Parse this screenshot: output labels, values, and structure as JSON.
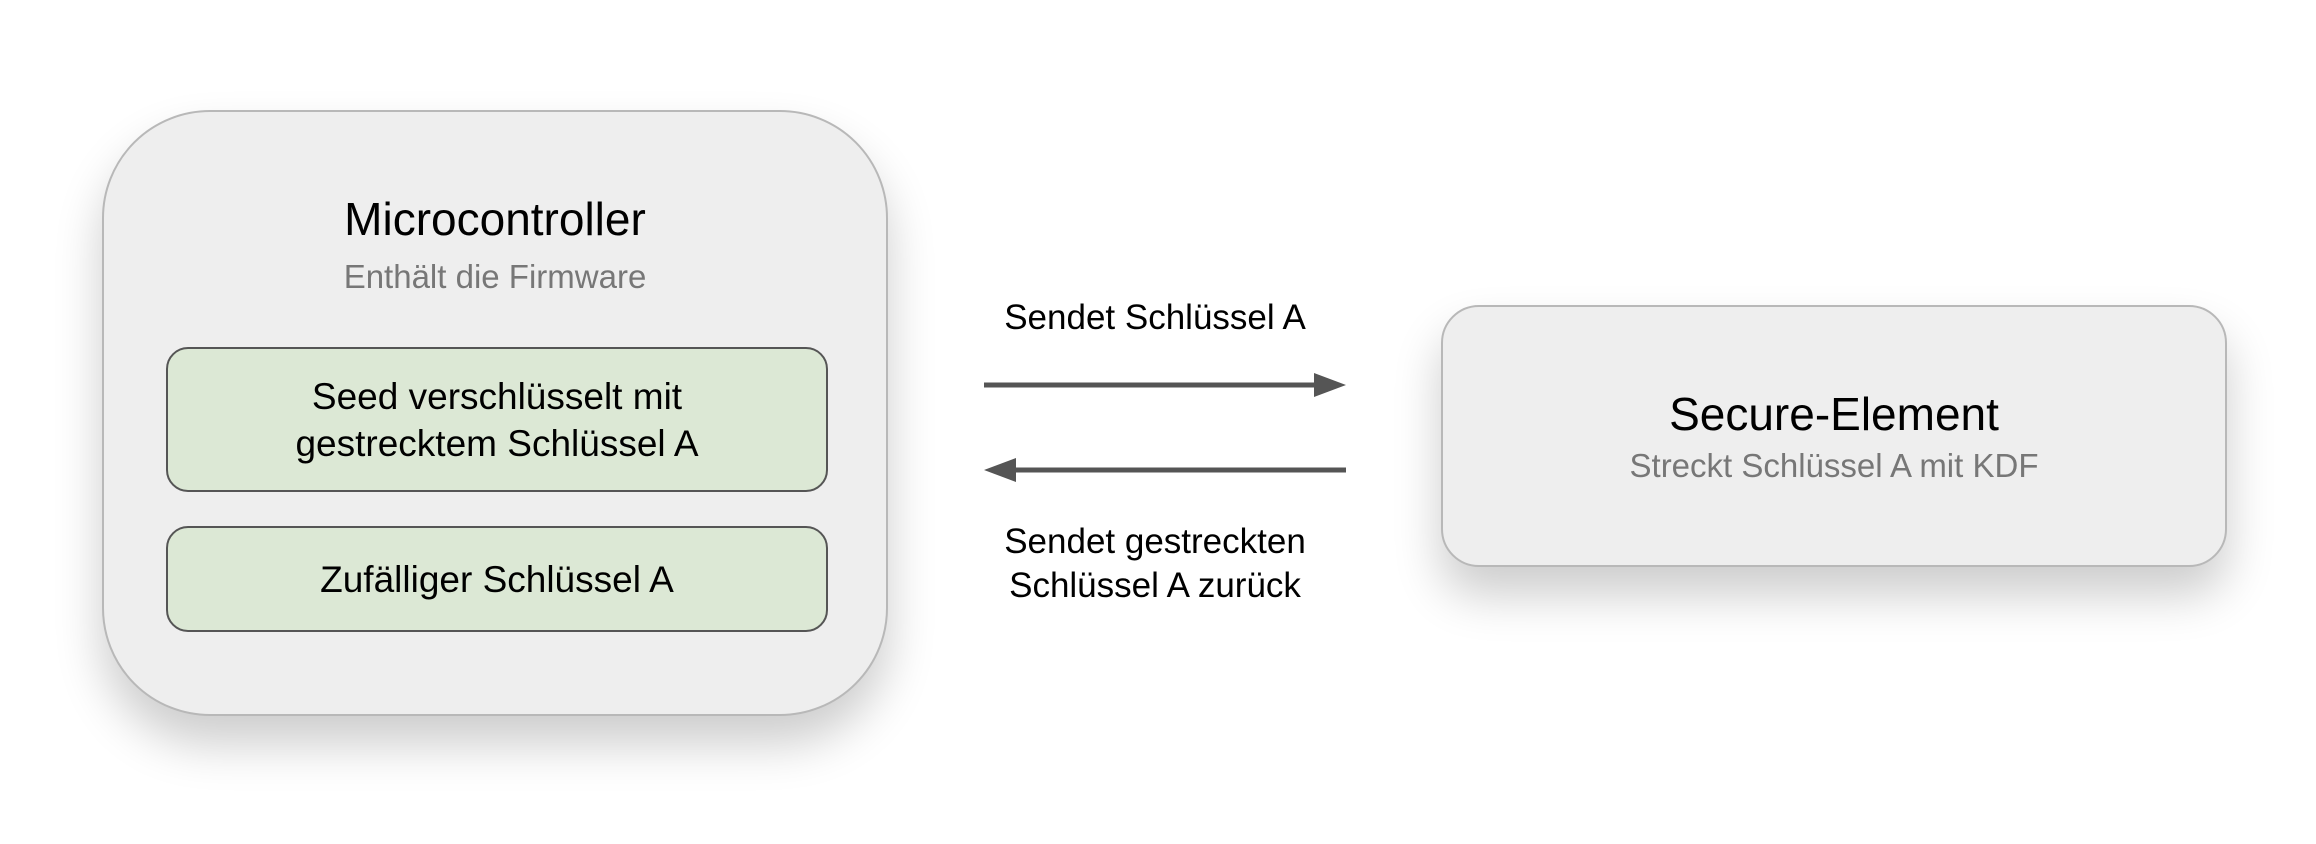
{
  "nodes": {
    "microcontroller": {
      "title": "Microcontroller",
      "subtitle": "Enthält die Firmware",
      "seed_box": "Seed verschlüsselt mit\ngestrecktem Schlüssel A",
      "key_box": "Zufälliger Schlüssel A"
    },
    "secure_element": {
      "title": "Secure-Element",
      "subtitle": "Streckt Schlüssel A mit KDF"
    }
  },
  "edges": {
    "send": "Sendet Schlüssel A",
    "return": "Sendet gestreckten\nSchlüssel A zurück"
  },
  "colors": {
    "box_fill": "#eeeeee",
    "inner_fill": "#dce8d5",
    "arrow": "#555555",
    "subtitle": "#777777"
  }
}
